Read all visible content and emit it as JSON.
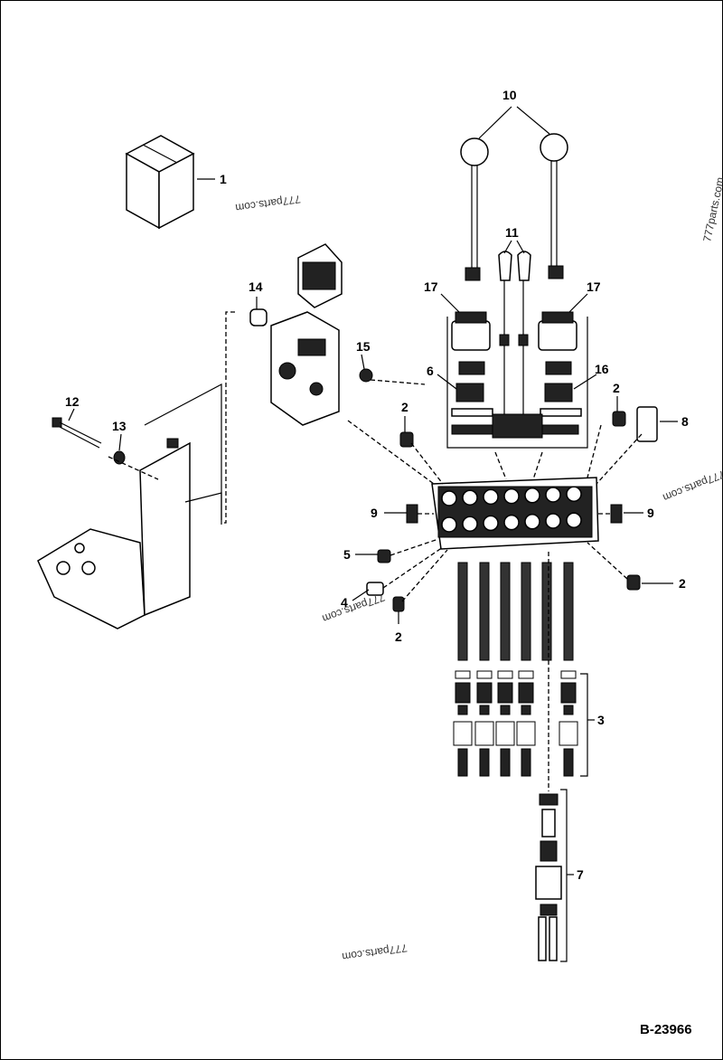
{
  "callouts": [
    {
      "id": "c1",
      "label": "1"
    },
    {
      "id": "c10",
      "label": "10"
    },
    {
      "id": "c11",
      "label": "11"
    },
    {
      "id": "c17a",
      "label": "17"
    },
    {
      "id": "c17b",
      "label": "17"
    },
    {
      "id": "c14",
      "label": "14"
    },
    {
      "id": "c15",
      "label": "15"
    },
    {
      "id": "c6",
      "label": "6"
    },
    {
      "id": "c16",
      "label": "16"
    },
    {
      "id": "c2a",
      "label": "2"
    },
    {
      "id": "c2b",
      "label": "2"
    },
    {
      "id": "c8",
      "label": "8"
    },
    {
      "id": "c12",
      "label": "12"
    },
    {
      "id": "c13",
      "label": "13"
    },
    {
      "id": "c9a",
      "label": "9"
    },
    {
      "id": "c9b",
      "label": "9"
    },
    {
      "id": "c5",
      "label": "5"
    },
    {
      "id": "c4",
      "label": "4"
    },
    {
      "id": "c2c",
      "label": "2"
    },
    {
      "id": "c2d",
      "label": "2"
    },
    {
      "id": "c3",
      "label": "3"
    },
    {
      "id": "c7",
      "label": "7"
    }
  ],
  "watermarks": [
    "777parts.com",
    "777parts.com",
    "777parts.com",
    "777parts.com",
    "777parts.com"
  ],
  "reference": "B-23966"
}
